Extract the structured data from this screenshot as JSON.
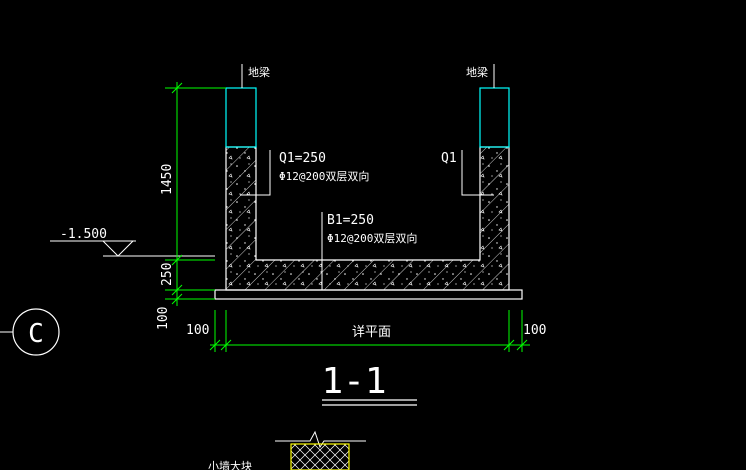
{
  "colors": {
    "background": "#000000",
    "dimension": "#00ff00",
    "outline": "#ffffff",
    "beam": "#00ffff",
    "text": "#ffffff",
    "slab_edge": "#ffff00",
    "leader": "#ffffff"
  },
  "labels": {
    "beam_left": "地梁",
    "beam_right": "地梁",
    "wall_left": "Q1=250",
    "wall_left_rebar": "Φ12@200双层双向",
    "wall_right": "Q1",
    "base": "B1=250",
    "base_rebar": "Φ12@200双层双向",
    "level": "-1.500",
    "grid": "C",
    "section_title": "1-1",
    "bottom_left_note": "小墙大块"
  },
  "dims": {
    "height_wall": "1450",
    "height_base": "250",
    "height_cushion": "100",
    "left_offset": "100",
    "right_offset": "100",
    "width_label": "详平面"
  }
}
